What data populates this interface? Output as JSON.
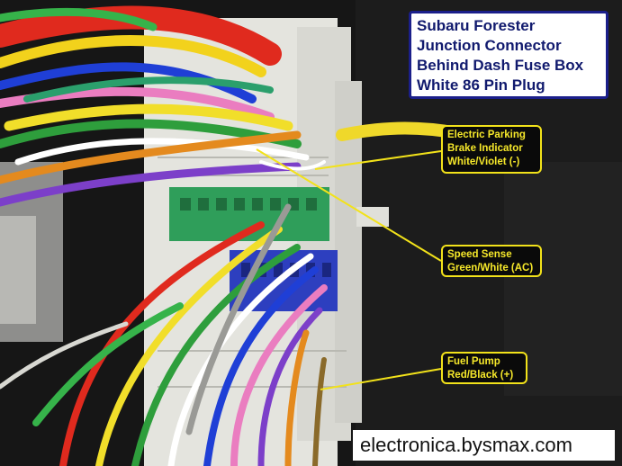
{
  "title_lines": [
    "Subaru Forester",
    "Junction Connector",
    "Behind Dash Fuse Box",
    "White 86 Pin Plug"
  ],
  "callouts": {
    "epb": [
      "Electric Parking",
      "Brake Indicator",
      "White/Violet (-)"
    ],
    "speed": [
      "Speed Sense",
      "Green/White (AC)"
    ],
    "fuel": [
      "Fuel Pump",
      "Red/Black (+)"
    ]
  },
  "watermark": "electronica.bysmax.com",
  "colors": {
    "title_border": "#1b1f8a",
    "title_text": "#111a6e",
    "callout_bg": "#0a0a0a",
    "callout_text": "#f6e82a",
    "connector_white": "#e4e4de",
    "connector_green": "#2f9e5a",
    "connector_blue": "#2d3fbf"
  }
}
